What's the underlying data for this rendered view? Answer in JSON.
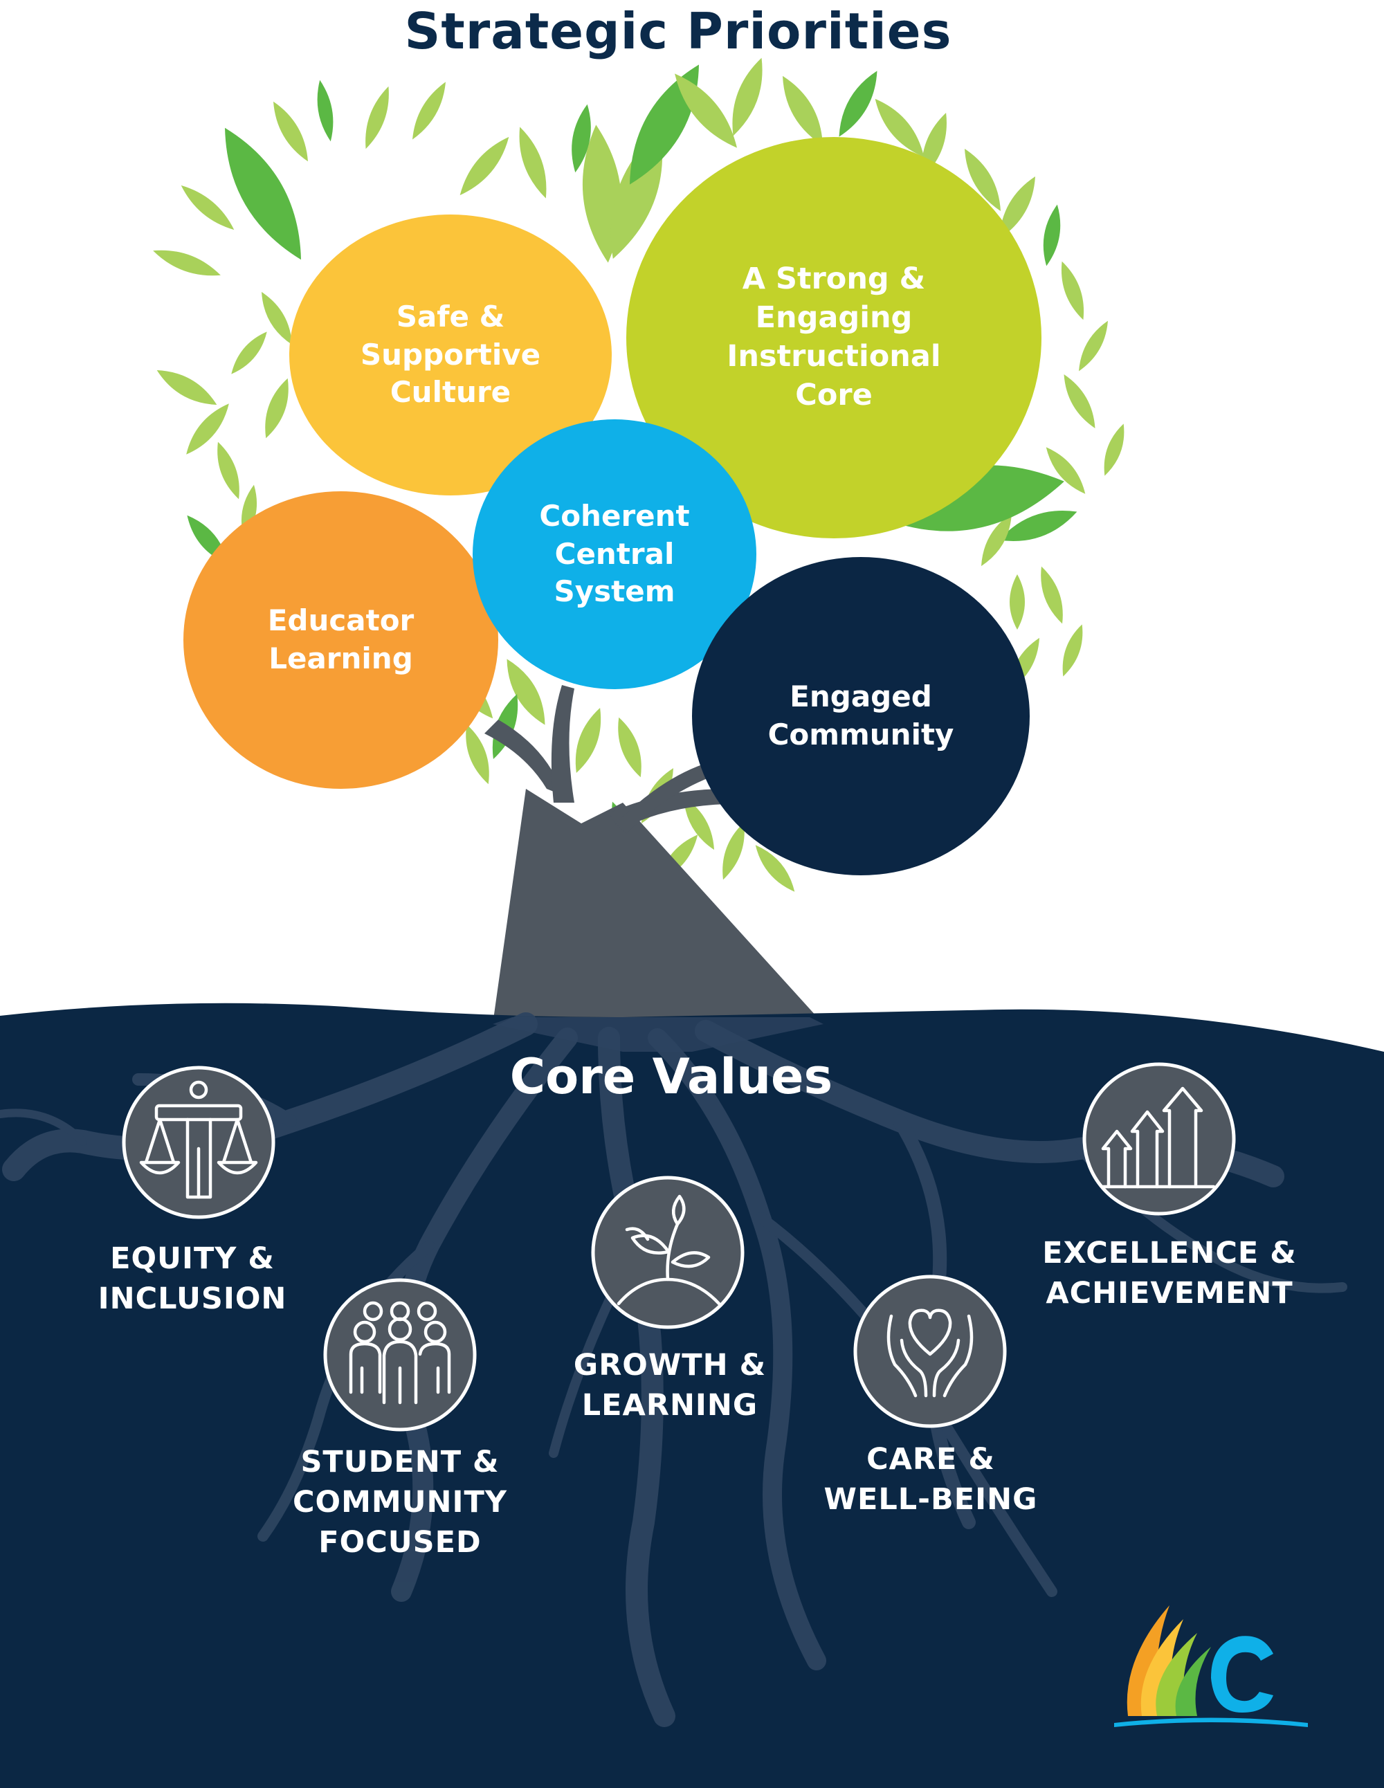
{
  "title": "Strategic Priorities",
  "priorities": [
    {
      "label": "Safe &\nSupportive\nCulture",
      "color": "#fbc43a"
    },
    {
      "label": "A Strong &\nEngaging\nInstructional\nCore",
      "color": "#c2d22a"
    },
    {
      "label": "Coherent\nCentral\nSystem",
      "color": "#0fb0e8"
    },
    {
      "label": "Educator\nLearning",
      "color": "#f79e35"
    },
    {
      "label": "Engaged\nCommunity",
      "color": "#0b2644"
    }
  ],
  "core_values": {
    "title": "Core Values",
    "items": [
      {
        "label": "EQUITY &\nINCLUSION",
        "icon": "scales-icon"
      },
      {
        "label": "STUDENT &\nCOMMUNITY\nFOCUSED",
        "icon": "people-icon"
      },
      {
        "label": "GROWTH &\nLEARNING",
        "icon": "sprout-icon"
      },
      {
        "label": "CARE &\nWELL-BEING",
        "icon": "hands-heart-icon"
      },
      {
        "label": "EXCELLENCE &\nACHIEVEMENT",
        "icon": "growth-arrows-icon"
      }
    ]
  },
  "colors": {
    "navy": "#0b2a4a",
    "ground": "#0b2744",
    "trunk": "#4f5760",
    "leaf_light": "#a9d15a",
    "leaf_dark": "#5bb844"
  }
}
